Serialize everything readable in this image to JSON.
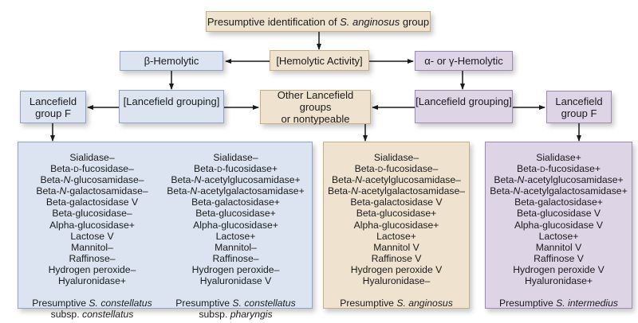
{
  "diagram": {
    "root": {
      "prefix": "Presumptive identification of ",
      "italic": "S. anginosus",
      "suffix": " group"
    },
    "hemolytic_activity": "[Hemolytic Activity]",
    "beta_hemolytic": "β-Hemolytic",
    "alpha_gamma_hemolytic": "α- or γ-Hemolytic",
    "lancefield_grouping_left": "[Lancefield grouping]",
    "lancefield_grouping_right": "[Lancefield grouping]",
    "lancefield_f_left": {
      "line1": "Lancefield",
      "line2": "group F"
    },
    "lancefield_f_right": {
      "line1": "Lancefield",
      "line2": "group F"
    },
    "other_groups": {
      "line1": "Other Lancefield groups",
      "line2": "or nontypeable"
    },
    "results": [
      {
        "tests": [
          "Sialidase–",
          "Beta-D-fucosidase–",
          "Beta-N-glucosamidase–",
          "Beta-N-galactosamidase–",
          "Beta-galactosidase V",
          "Beta-glucosidase–",
          "Alpha-glucosidase+",
          "Lactose V",
          "Mannitol–",
          "Raffinose–",
          "Hydrogen peroxide–",
          "Hyaluronidase+"
        ],
        "conclusion": {
          "prefix": "Presumptive ",
          "species": "S. constellatus",
          "subsp_prefix": "subsp. ",
          "subsp": "constellatus"
        }
      },
      {
        "tests": [
          "Sialidase–",
          "Beta-D-fucosidase+",
          "Beta-N-acetylglucosamidase+",
          "Beta-N-acetylgalactosamidase+",
          "Beta-galactosidase+",
          "Beta-glucosidase+",
          "Alpha-glucosidase+",
          "Lactose+",
          "Mannitol–",
          "Raffinose–",
          "Hydrogen peroxide–",
          "Hyaluronidase V"
        ],
        "conclusion": {
          "prefix": "Presumptive ",
          "species": "S. constellatus",
          "subsp_prefix": "subsp. ",
          "subsp": "pharyngis"
        }
      },
      {
        "tests": [
          "Sialidase–",
          "Beta-D-fucosidase–",
          "Beta-N-acetylglucosamidase–",
          "Beta-N-acetylgalactosamidase–",
          "Beta-galactosidase V",
          "Beta-glucosidase+",
          "Alpha-glucosidase+",
          "Lactose+",
          "Mannitol V",
          "Raffinose V",
          "Hydrogen peroxide V",
          "Hyaluronidase–"
        ],
        "conclusion": {
          "prefix": "Presumptive ",
          "species": "S. anginosus"
        }
      },
      {
        "tests": [
          "Sialidase+",
          "Beta-D-fucosidase+",
          "Beta-N-acetylglucosamidase+",
          "Beta-N-acetylgalactosamidase+",
          "Beta-galactosidase+",
          "Beta-glucosidase V",
          "Alpha-glucosidase V",
          "Lactose+",
          "Mannitol V",
          "Raffinose V",
          "Hydrogen peroxide V",
          "Hyaluronidase+"
        ],
        "conclusion": {
          "prefix": "Presumptive ",
          "species": "S. intermedius"
        }
      }
    ],
    "colors": {
      "tan": "#efe3d0",
      "blue": "#dde4f1",
      "purple": "#ddd4e6"
    }
  }
}
